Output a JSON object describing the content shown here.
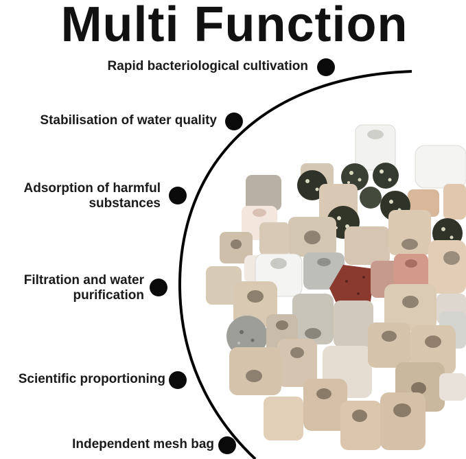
{
  "title": "Multi Function",
  "features": [
    {
      "label": "Rapid bacteriological cultivation"
    },
    {
      "label": "Stabilisation of water quality"
    },
    {
      "label_lines": [
        "Adsorption of harmful",
        "substances"
      ]
    },
    {
      "label_lines": [
        "Filtration and water",
        "purification"
      ]
    },
    {
      "label": "Scientific proportioning"
    },
    {
      "label": "Independent mesh bag"
    }
  ],
  "colors": {
    "background": "#ffffff",
    "text": "#111111",
    "dot": "#0a0a0a",
    "arc": "#000000",
    "ceramic_beige": "#d8c8b2",
    "ceramic_white": "#f2f2f0",
    "ceramic_grey": "#b9b9b4",
    "ceramic_pink": "#c9958a",
    "lava_red": "#8a3a2e",
    "speckled_stone": "#2f3328"
  },
  "image": {
    "subject": "porous ceramic filter rings and bio balls"
  }
}
